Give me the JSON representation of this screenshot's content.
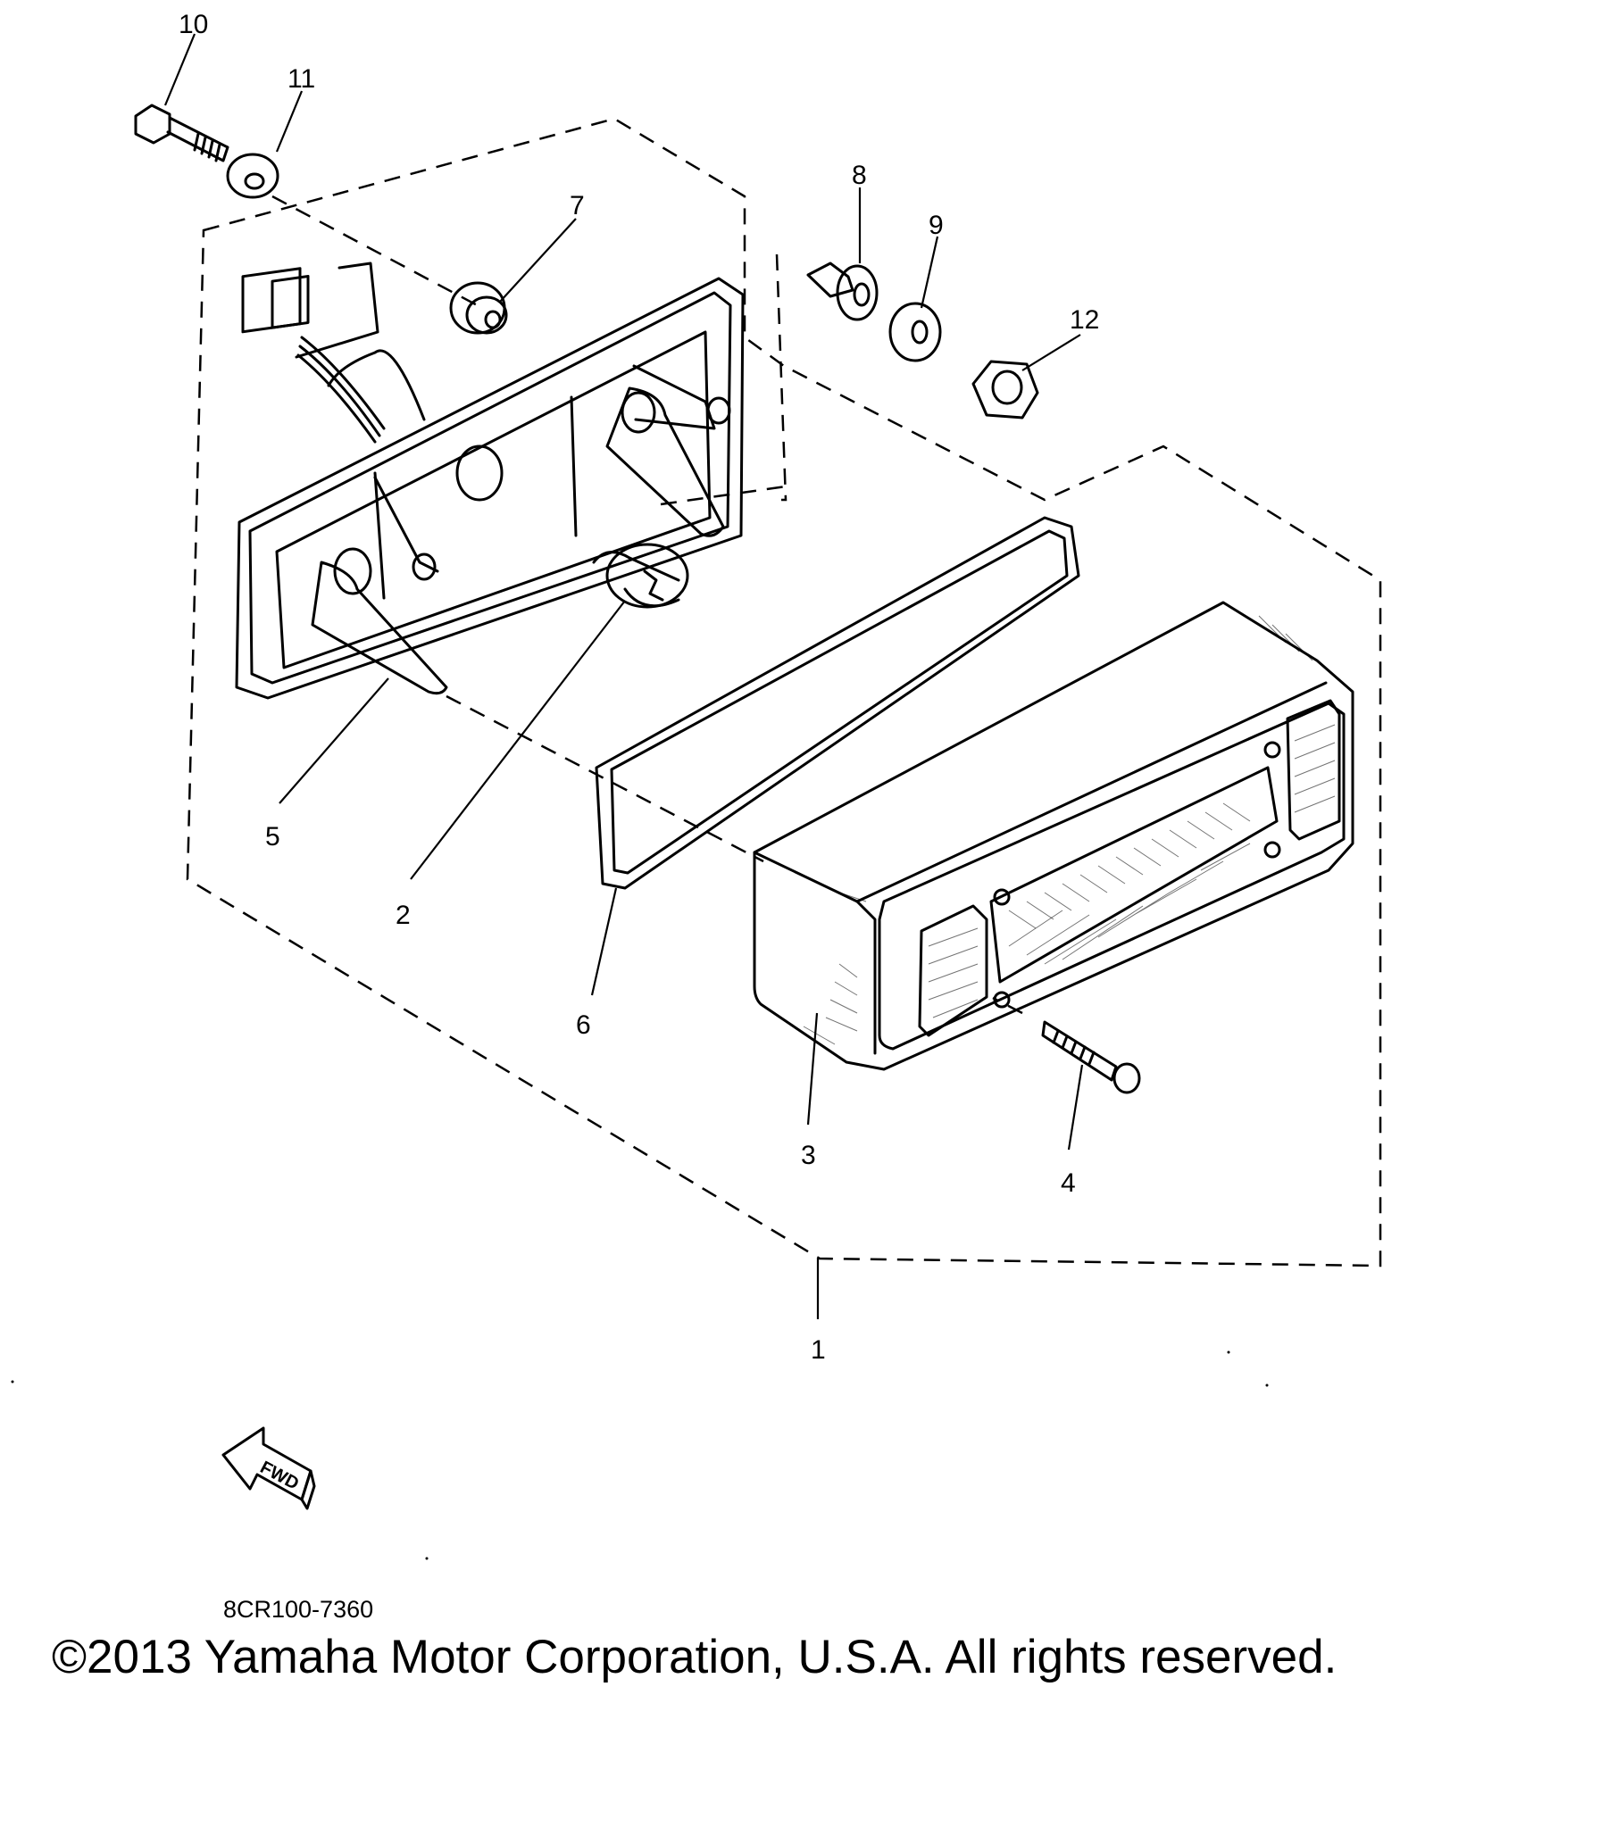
{
  "diagram": {
    "callouts": [
      "10",
      "11",
      "7",
      "8",
      "9",
      "12",
      "5",
      "2",
      "6",
      "3",
      "4",
      "1"
    ],
    "fwd_label": "FWD",
    "part_code": "8CR100-7360",
    "copyright": "©2013 Yamaha Motor Corporation, U.S.A. All rights reserved."
  },
  "colors": {
    "ink": "#000000",
    "paper": "#ffffff"
  }
}
